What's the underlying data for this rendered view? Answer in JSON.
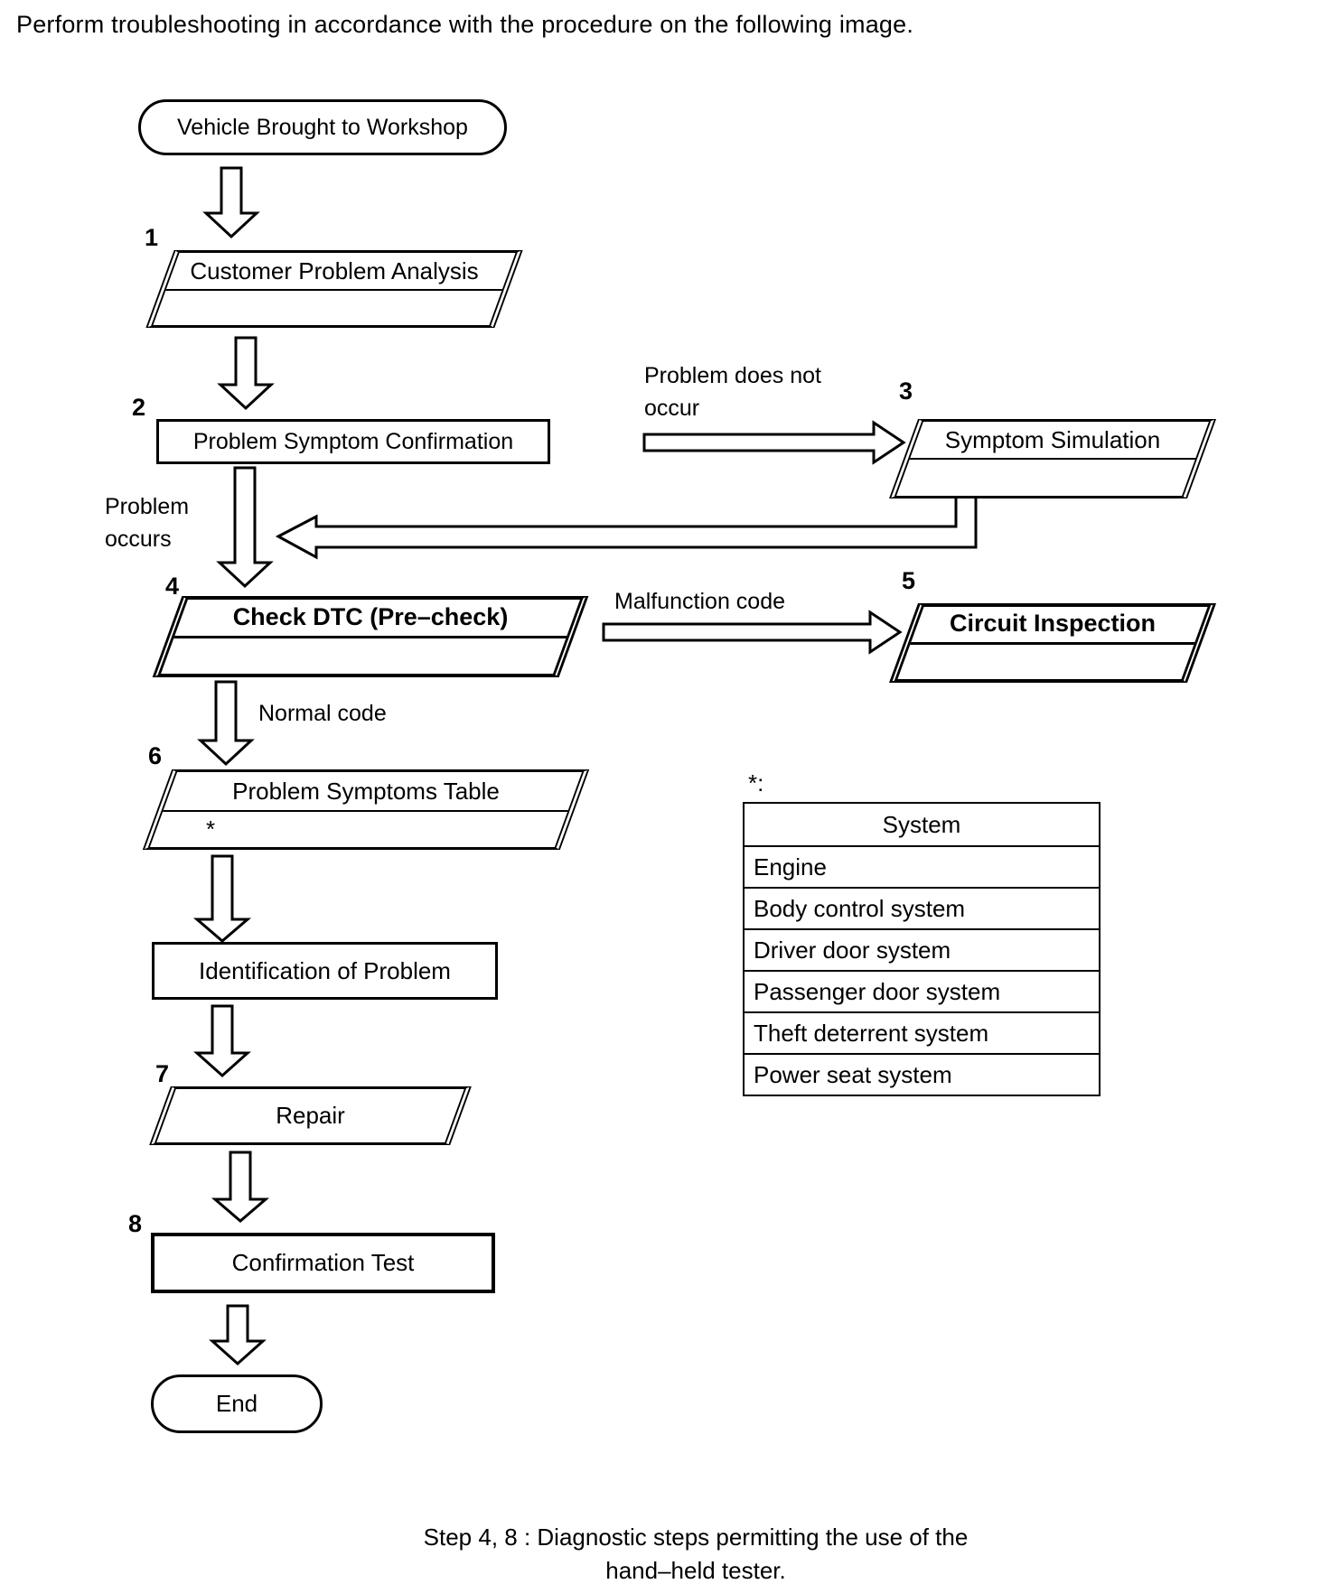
{
  "page": {
    "title": "Perform troubleshooting in accordance with the procedure on the following image.",
    "caption": {
      "line1": "Step 4, 8 : Diagnostic steps permitting the use of the",
      "line2": "hand–held tester."
    }
  },
  "flowchart": {
    "nodes": {
      "start": {
        "label": "Vehicle Brought to Workshop"
      },
      "step1": {
        "num": "1",
        "label": "Customer Problem Analysis"
      },
      "step2": {
        "num": "2",
        "label": "Problem Symptom Confirmation"
      },
      "step3": {
        "num": "3",
        "label": "Symptom Simulation"
      },
      "step4": {
        "num": "4",
        "label": "Check DTC (Pre–check)"
      },
      "step5": {
        "num": "5",
        "label": "Circuit Inspection"
      },
      "step6": {
        "num": "6",
        "label": "Problem Symptoms Table",
        "note": "*"
      },
      "identification": {
        "label": "Identification of Problem"
      },
      "step7": {
        "num": "7",
        "label": "Repair"
      },
      "step8": {
        "num": "8",
        "label": "Confirmation Test"
      },
      "end": {
        "label": "End"
      }
    },
    "edges": {
      "problem_does_not_occur_line1": "Problem does not",
      "problem_does_not_occur_line2": "occur",
      "problem_occurs_line1": "Problem",
      "problem_occurs_line2": "occurs",
      "malfunction_code": "Malfunction code",
      "normal_code": "Normal code"
    },
    "footnote_marker": "*:",
    "system_table": {
      "header": "System",
      "rows": [
        "Engine",
        "Body control system",
        "Driver door system",
        "Passenger door system",
        "Theft deterrent system",
        "Power seat system"
      ]
    }
  },
  "colors": {
    "ink": "#000000",
    "paper": "#ffffff"
  }
}
